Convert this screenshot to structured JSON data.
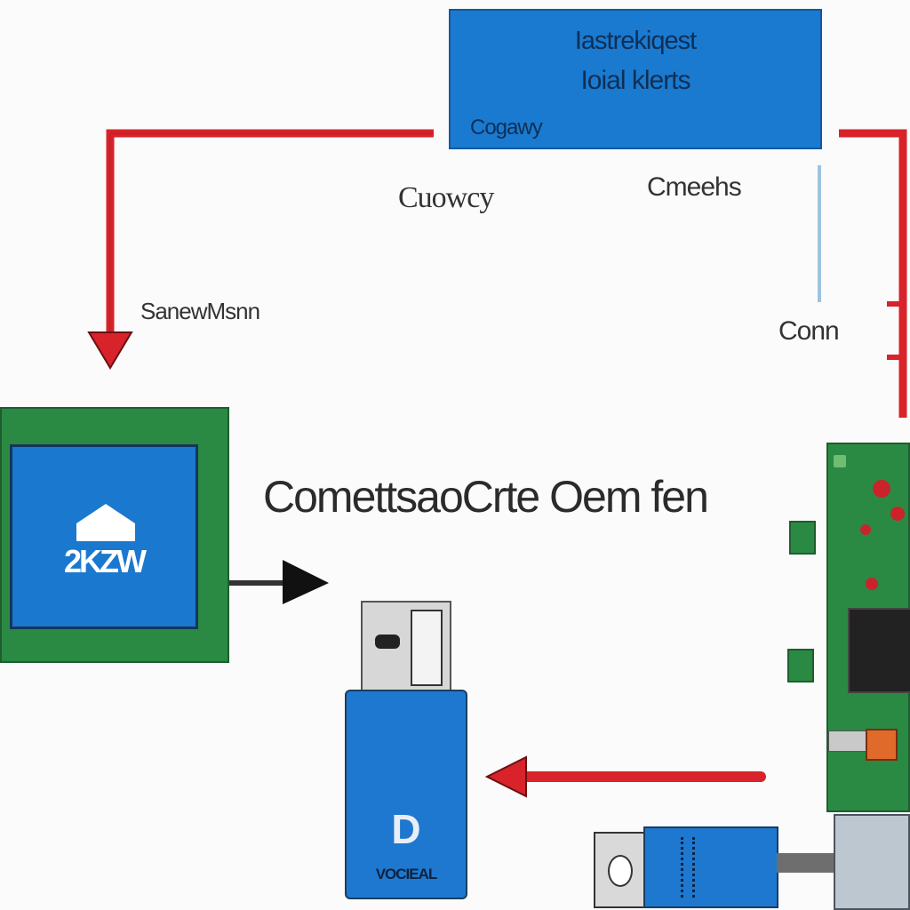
{
  "top_box": {
    "line1": "Iastrekiqest",
    "line2": "Ioial klerts",
    "line3": "Cogawy"
  },
  "labels": {
    "exchange": "Cuowcy",
    "comms": "Cmeehs",
    "scan": "SanewMsnn",
    "conn": "Conn",
    "title": "ComettsaoCrte Oem fen"
  },
  "device": {
    "code": "2KZW"
  },
  "usb_drive": {
    "letter": "D",
    "brand": "VOCIEAL"
  },
  "colors": {
    "arrow_red": "#d8232a",
    "panel_blue": "#1a7ad0",
    "board_green": "#2a8a43"
  }
}
